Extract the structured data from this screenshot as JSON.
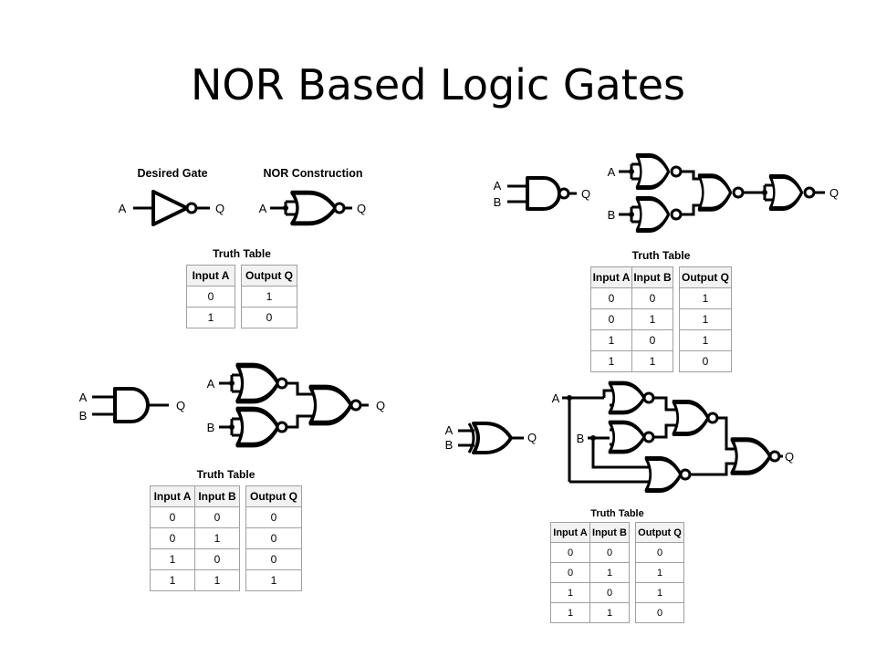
{
  "title": "NOR Based Logic Gates",
  "not_section": {
    "desired_gate_header": "Desired Gate",
    "nor_construction_header": "NOR Construction",
    "input_label": "A",
    "output_label": "Q"
  },
  "or_section": {
    "input_a": "A",
    "input_b": "B",
    "output_label": "Q"
  },
  "and_section": {
    "input_a": "A",
    "input_b": "B",
    "output_label": "Q"
  },
  "xor_section": {
    "input_a": "A",
    "input_b": "B",
    "output_label": "Q"
  },
  "tables": {
    "not_gate": {
      "title": "Truth Table",
      "headers": [
        "Input A",
        "Output Q"
      ],
      "rows": [
        [
          "0",
          "1"
        ],
        [
          "1",
          "0"
        ]
      ]
    },
    "or_gate": {
      "title": "Truth Table",
      "headers": [
        "Input A",
        "Input B",
        "Output Q"
      ],
      "rows": [
        [
          "0",
          "0",
          "1"
        ],
        [
          "0",
          "1",
          "1"
        ],
        [
          "1",
          "0",
          "1"
        ],
        [
          "1",
          "1",
          "0"
        ]
      ]
    },
    "and_gate": {
      "title": "Truth Table",
      "headers": [
        "Input A",
        "Input B",
        "Output Q"
      ],
      "rows": [
        [
          "0",
          "0",
          "0"
        ],
        [
          "0",
          "1",
          "0"
        ],
        [
          "1",
          "0",
          "0"
        ],
        [
          "1",
          "1",
          "1"
        ]
      ]
    },
    "xor_gate": {
      "title": "Truth Table",
      "headers": [
        "Input A",
        "Input B",
        "Output Q"
      ],
      "rows": [
        [
          "0",
          "0",
          "0"
        ],
        [
          "0",
          "1",
          "1"
        ],
        [
          "1",
          "0",
          "1"
        ],
        [
          "1",
          "1",
          "0"
        ]
      ]
    }
  }
}
